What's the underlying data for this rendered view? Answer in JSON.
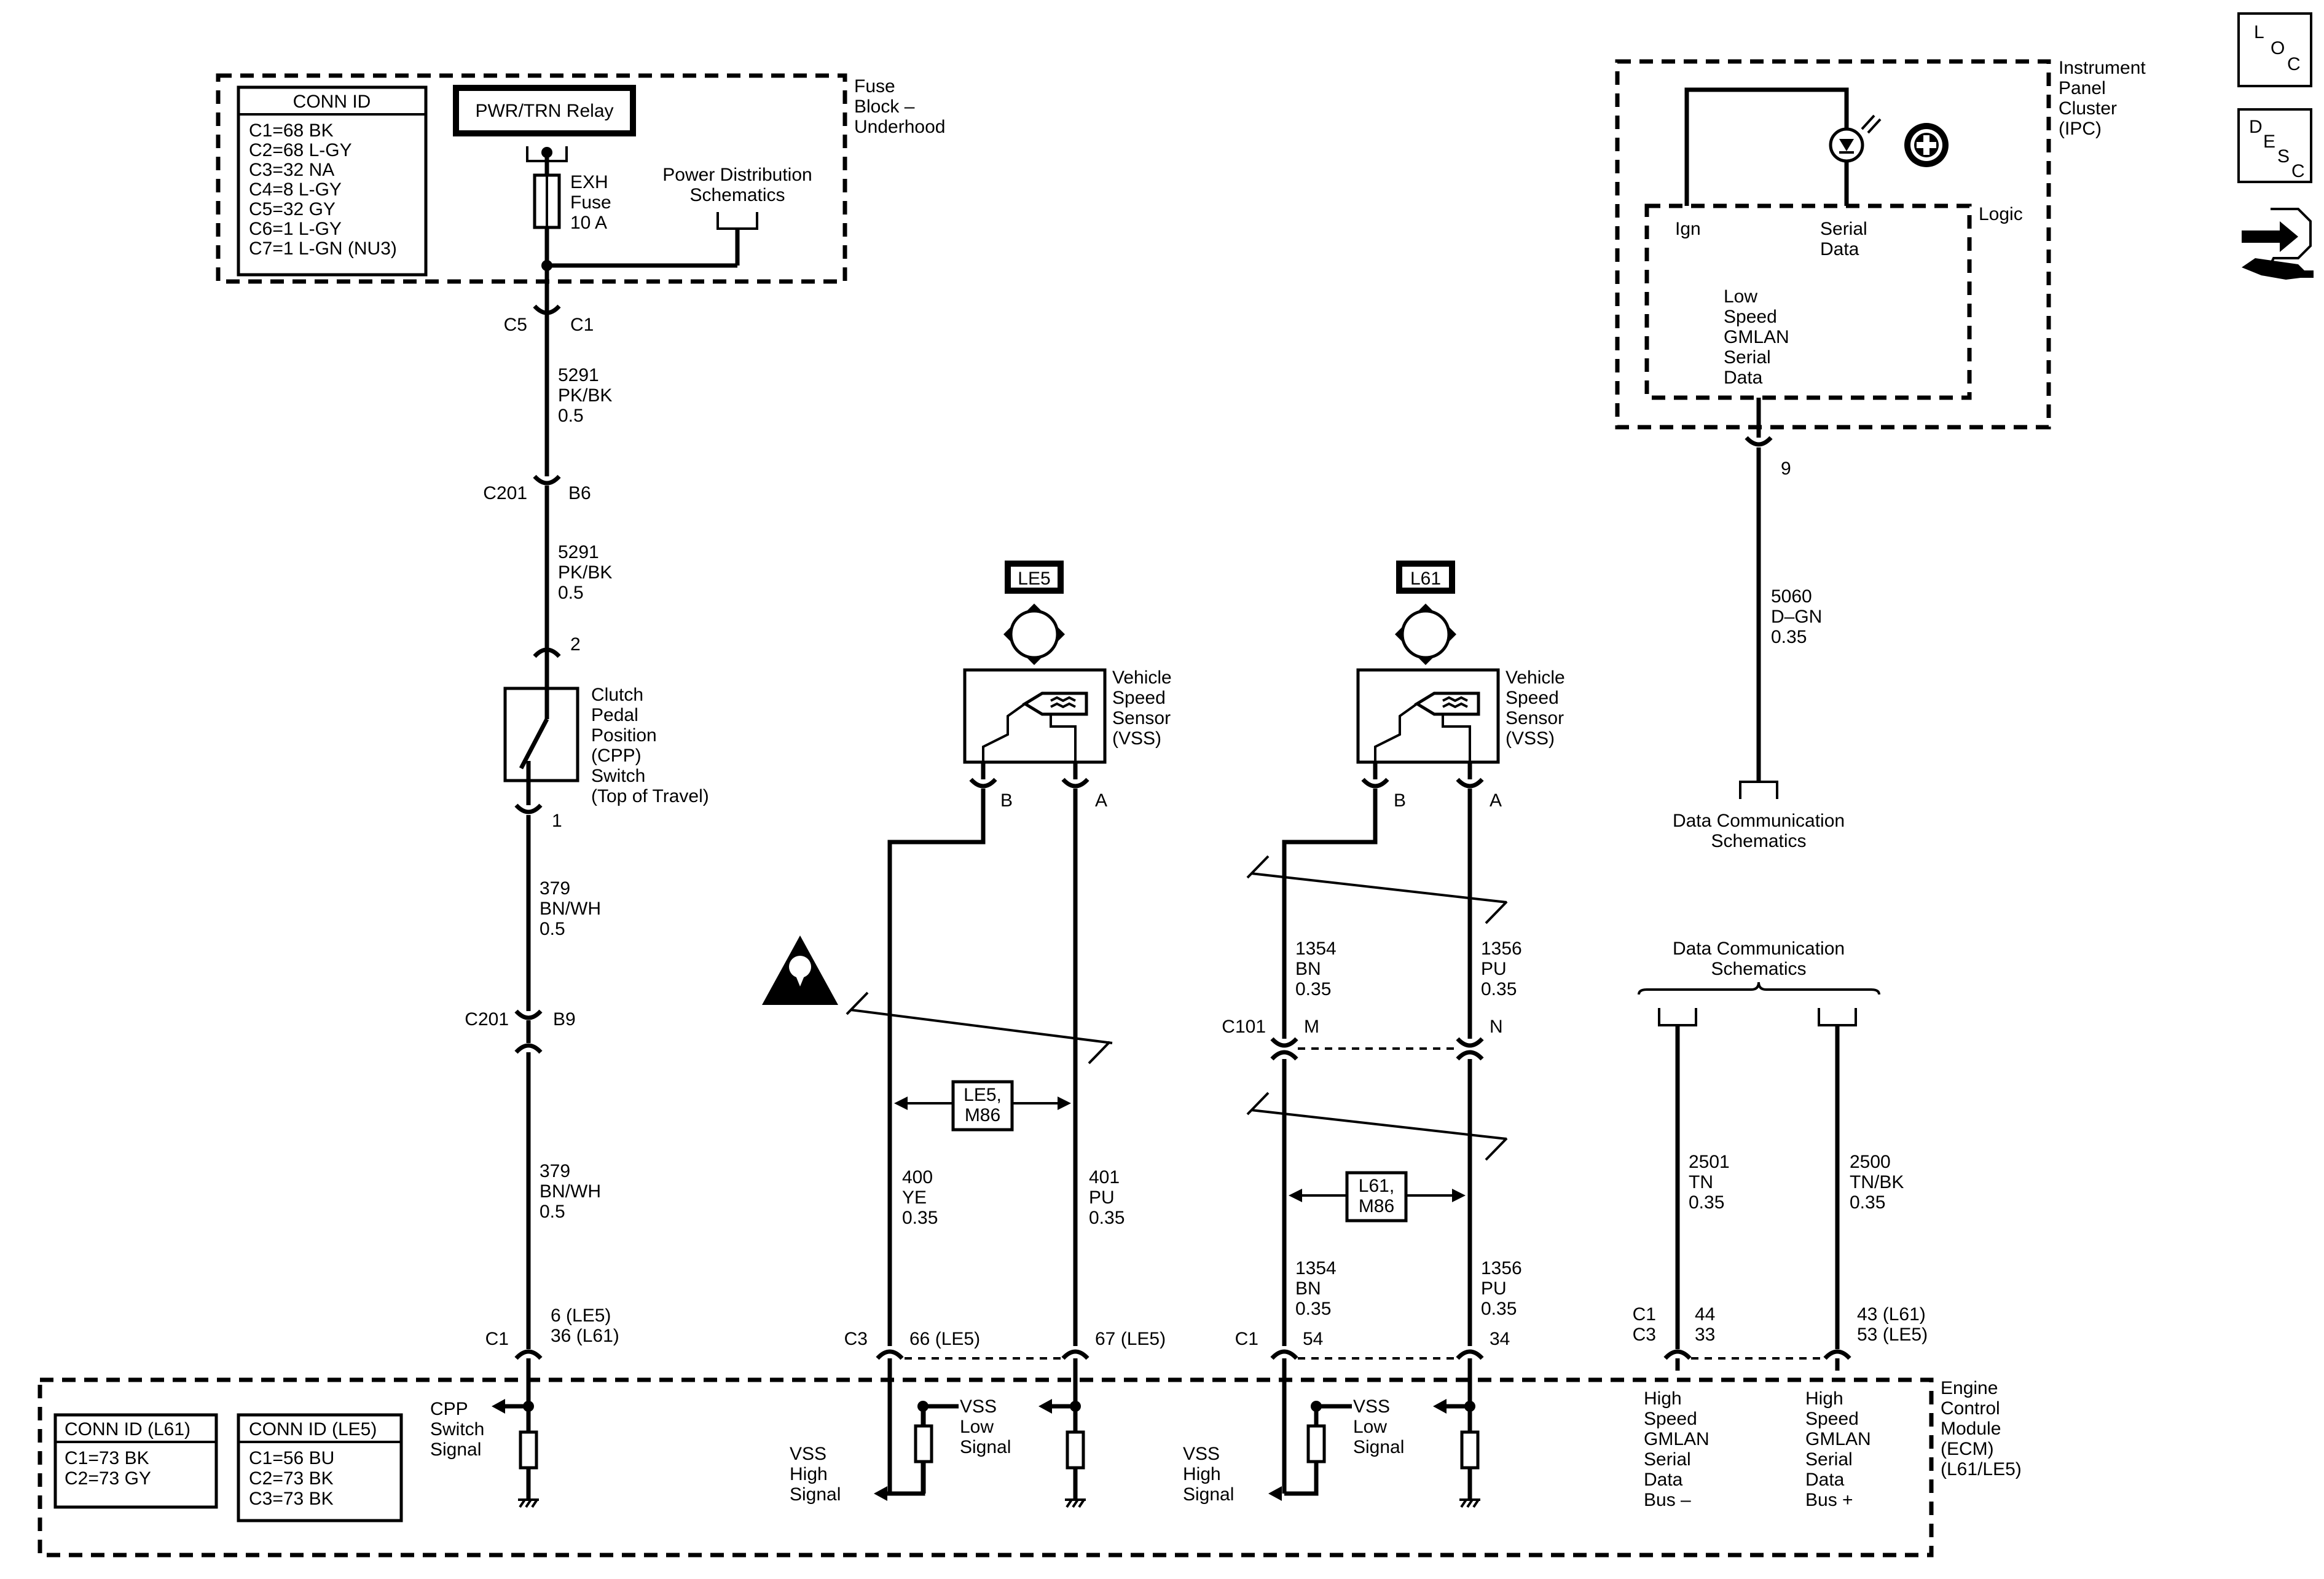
{
  "fuse_block": {
    "label": [
      "Fuse",
      "Block –",
      "Underhood"
    ],
    "conn_id_title": "CONN ID",
    "conn_ids": [
      "C1=68 BK",
      "C2=68 L-GY",
      "C3=32 NA",
      "C4=8 L-GY",
      "C5=32 GY",
      "C6=1 L-GY",
      "C7=1 L-GN (NU3)"
    ],
    "relay_label": "PWR/TRN Relay",
    "fuse_label": [
      "EXH",
      "Fuse",
      "10 A"
    ],
    "power_dist": [
      "Power Distribution",
      "Schematics"
    ]
  },
  "cpp_circuit": {
    "c5": "C5",
    "c1_top": "C1",
    "wire1": [
      "5291",
      "PK/BK",
      "0.5"
    ],
    "c201_top": "C201",
    "b6": "B6",
    "wire2": [
      "5291",
      "PK/BK",
      "0.5"
    ],
    "pin2": "2",
    "switch_label": [
      "Clutch",
      "Pedal",
      "Position",
      "(CPP)",
      "Switch",
      "(Top of Travel)"
    ],
    "pin1": "1",
    "wire3": [
      "379",
      "BN/WH",
      "0.5"
    ],
    "c201_mid": "C201",
    "b9": "B9",
    "wire4": [
      "379",
      "BN/WH",
      "0.5"
    ],
    "c1_bottom": "C1",
    "ecm_pins": [
      "6 (LE5)",
      "36 (L61)"
    ]
  },
  "le5_vss": {
    "option_tag": "LE5",
    "sensor_label": [
      "Vehicle",
      "Speed",
      "Sensor",
      "(VSS)"
    ],
    "pin_b": "B",
    "pin_a": "A",
    "range_tag": [
      "LE5,",
      "M86"
    ],
    "wire_b": [
      "400",
      "YE",
      "0.35"
    ],
    "wire_a": [
      "401",
      "PU",
      "0.35"
    ],
    "c3": "C3",
    "pin_b_ecm": "66 (LE5)",
    "pin_a_ecm": "67 (LE5)"
  },
  "l61_vss": {
    "option_tag": "L61",
    "sensor_label": [
      "Vehicle",
      "Speed",
      "Sensor",
      "(VSS)"
    ],
    "pin_b": "B",
    "pin_a": "A",
    "wire_b_top": [
      "1354",
      "BN",
      "0.35"
    ],
    "wire_a_top": [
      "1356",
      "PU",
      "0.35"
    ],
    "c101": "C101",
    "pin_m": "M",
    "pin_n": "N",
    "range_tag": [
      "L61,",
      "M86"
    ],
    "wire_b_bottom": [
      "1354",
      "BN",
      "0.35"
    ],
    "wire_a_bottom": [
      "1356",
      "PU",
      "0.35"
    ],
    "c1": "C1",
    "pin_b_ecm": "54",
    "pin_a_ecm": "34"
  },
  "ipc": {
    "label": [
      "Instrument",
      "Panel",
      "Cluster",
      "(IPC)"
    ],
    "logic": "Logic",
    "ign": "Ign",
    "serial_data": [
      "Serial",
      "Data"
    ],
    "gmlan": [
      "Low",
      "Speed",
      "GMLAN",
      "Serial",
      "Data"
    ],
    "pin9": "9",
    "wire": [
      "5060",
      "D–GN",
      "0.35"
    ],
    "data_comm": [
      "Data Communication",
      "Schematics"
    ]
  },
  "hs_gmlan": {
    "data_comm": [
      "Data Communication",
      "Schematics"
    ],
    "wire_low": [
      "2501",
      "TN",
      "0.35"
    ],
    "wire_high": [
      "2500",
      "TN/BK",
      "0.35"
    ],
    "conn_c1": "C1",
    "conn_c3": "C3",
    "pin_low": [
      "44",
      "33"
    ],
    "pin_high": [
      "43 (L61)",
      "53 (LE5)"
    ]
  },
  "ecm": {
    "label": [
      "Engine",
      "Control",
      "Module",
      "(ECM)",
      "(L61/LE5)"
    ],
    "conn_l61_title": "CONN ID (L61)",
    "conn_l61": [
      "C1=73 BK",
      "C2=73 GY"
    ],
    "conn_le5_title": "CONN ID (LE5)",
    "conn_le5": [
      "C1=56 BU",
      "C2=73 BK",
      "C3=73 BK"
    ],
    "cpp_signal": [
      "CPP",
      "Switch",
      "Signal"
    ],
    "vss_high": [
      "VSS",
      "High",
      "Signal"
    ],
    "vss_low": [
      "VSS",
      "Low",
      "Signal"
    ],
    "gmlan_low": [
      "High",
      "Speed",
      "GMLAN",
      "Serial",
      "Data",
      "Bus –"
    ],
    "gmlan_high": [
      "High",
      "Speed",
      "GMLAN",
      "Serial",
      "Data",
      "Bus +"
    ]
  },
  "side_icons": {
    "loc": [
      "L",
      "O",
      "C"
    ],
    "desc": [
      "D",
      "E",
      "S",
      "C"
    ]
  }
}
